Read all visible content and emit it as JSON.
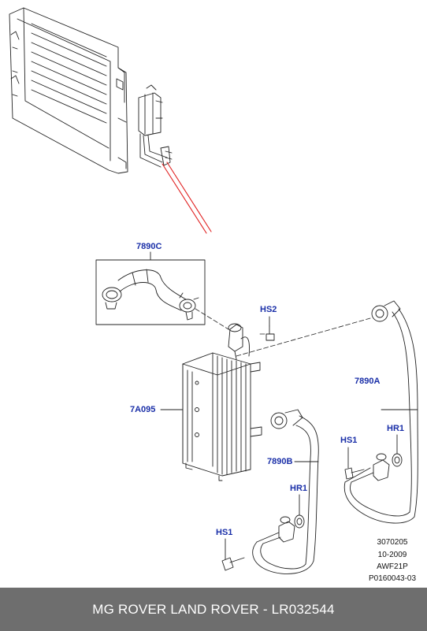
{
  "callouts": {
    "hose_kit": "7890C",
    "bolt_top": "HS2",
    "cooler": "7A095",
    "hose_upper": "7890A",
    "hose_lower": "7890B",
    "bolt_right": "HS1",
    "bolt_left": "HS1",
    "ring_right": "HR1",
    "ring_left": "HR1"
  },
  "reference": {
    "line1": "3070205",
    "line2": "10-2009",
    "line3": "AWF21P",
    "line4": "P0160043-03"
  },
  "footer": {
    "text": "MG ROVER LAND ROVER - LR032544"
  },
  "colors": {
    "callout": "#1a2fa8",
    "leader": "#e02020",
    "footer_bg": "#6e6e6e"
  }
}
